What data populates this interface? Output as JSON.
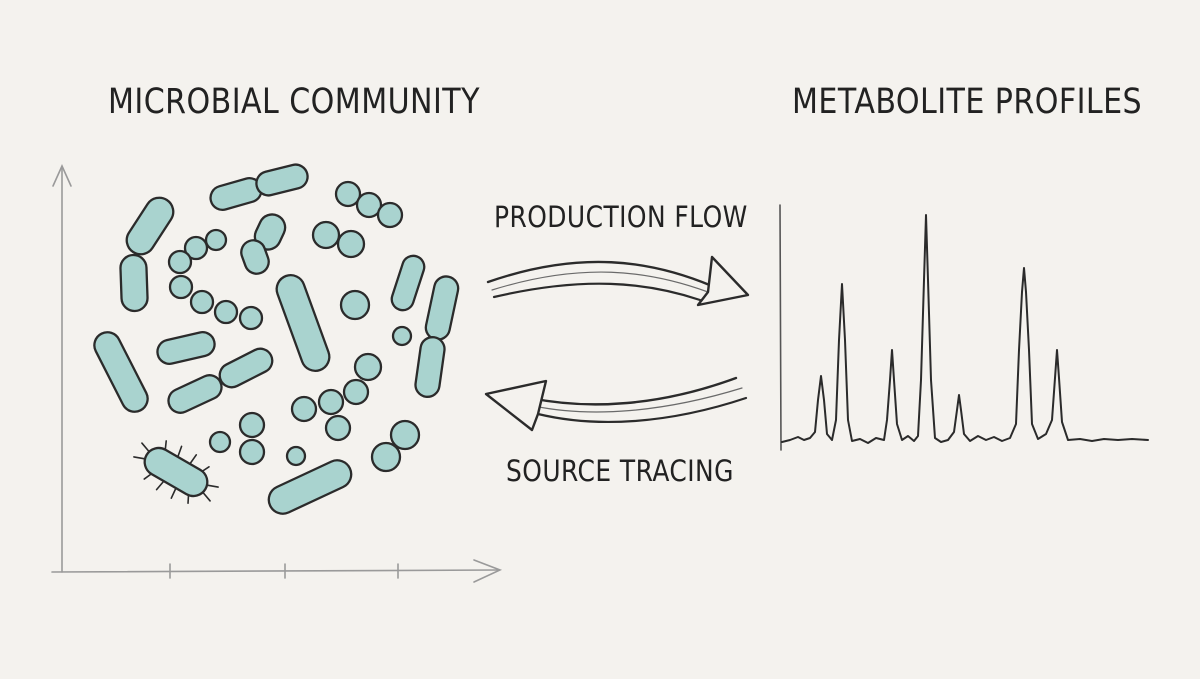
{
  "labels": {
    "left_title": "MICROBIAL COMMUNITY",
    "right_title": "METABOLITE PROFILES",
    "top_arrow": "PRODUCTION FLOW",
    "bottom_arrow": "SOURCE TRACING"
  },
  "colors": {
    "background": "#f4f2ee",
    "ink": "#2b2b2b",
    "cell_fill": "#a9d3cf",
    "cell_fill_light": "#c7e4e1",
    "axis": "#9a9a9a"
  }
}
